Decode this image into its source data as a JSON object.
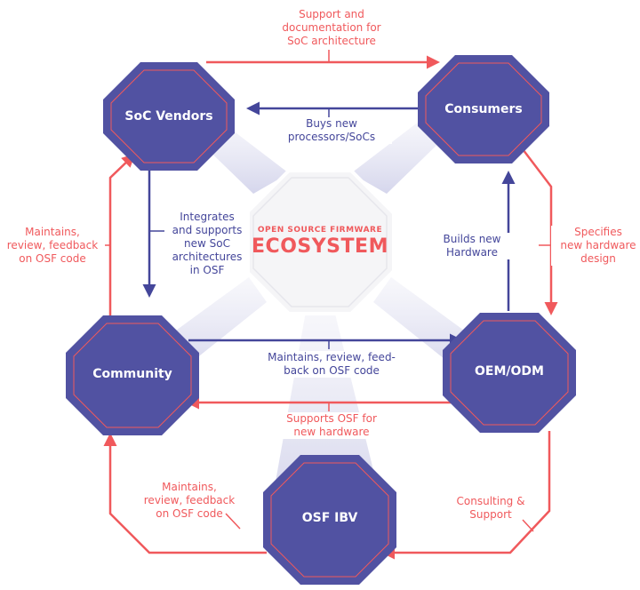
{
  "center": {
    "subtitle": "OPEN SOURCE FIRMWARE",
    "title": "ECOSYSTEM"
  },
  "nodes": {
    "soc_vendors": "SoC Vendors",
    "consumers": "Consumers",
    "community": "Community",
    "oem_odm": "OEM/ODM",
    "osf_ibv": "OSF IBV"
  },
  "edges": {
    "support_documentation": "Support and\ndocumentation for\nSoC architecture",
    "buys_new": "Buys new\nprocessors/SoCs",
    "integrates": "Integrates\nand supports\nnew SoC\narchitectures\nin OSF",
    "builds_new": "Builds new\nHardware",
    "specifies": "Specifies\nnew hardware\ndesign",
    "maintains_left": "Maintains,\nreview, feedback\non OSF code",
    "maintains_middle": "Maintains, review, feed-\nback on OSF code",
    "supports_osf": "Supports OSF for\nnew hardware",
    "maintains_bottom": "Maintains,\nreview, feedback\non OSF code",
    "consulting": "Consulting &\nSupport"
  },
  "colors": {
    "node_fill": "#5152a2",
    "node_inner_stroke": "#f0595c",
    "red_arrow": "#f0595c",
    "blue_arrow": "#44469a",
    "center_fill": "#f5f5f7"
  }
}
